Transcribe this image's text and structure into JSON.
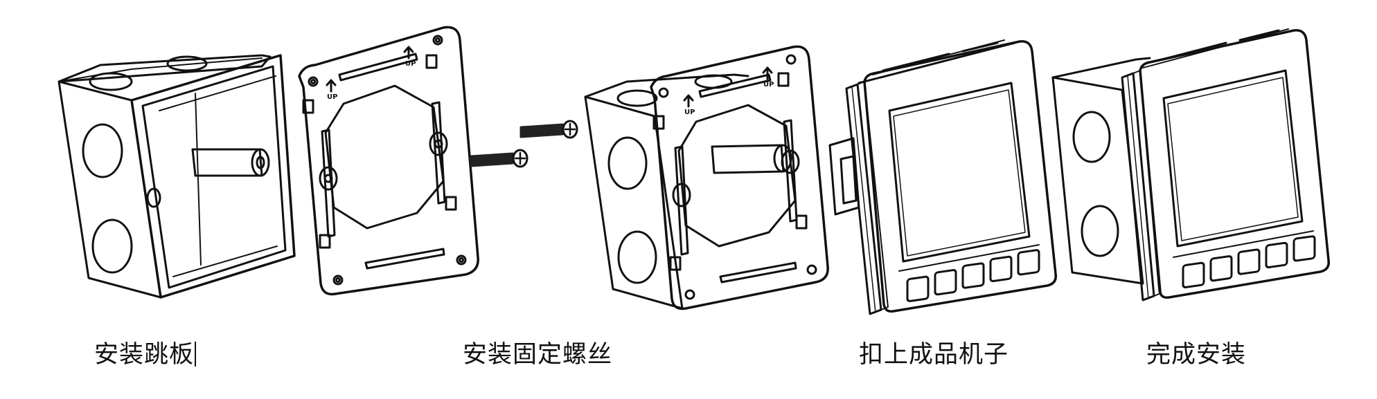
{
  "steps": [
    {
      "label": "安装跳板"
    },
    {
      "label": "安装固定螺丝"
    },
    {
      "label": "扣上成品机子"
    },
    {
      "label": "完成安装"
    }
  ],
  "markings": {
    "up": "UP"
  },
  "colors": {
    "ink": "#111111",
    "background": "#ffffff",
    "bolt": "#222222"
  }
}
